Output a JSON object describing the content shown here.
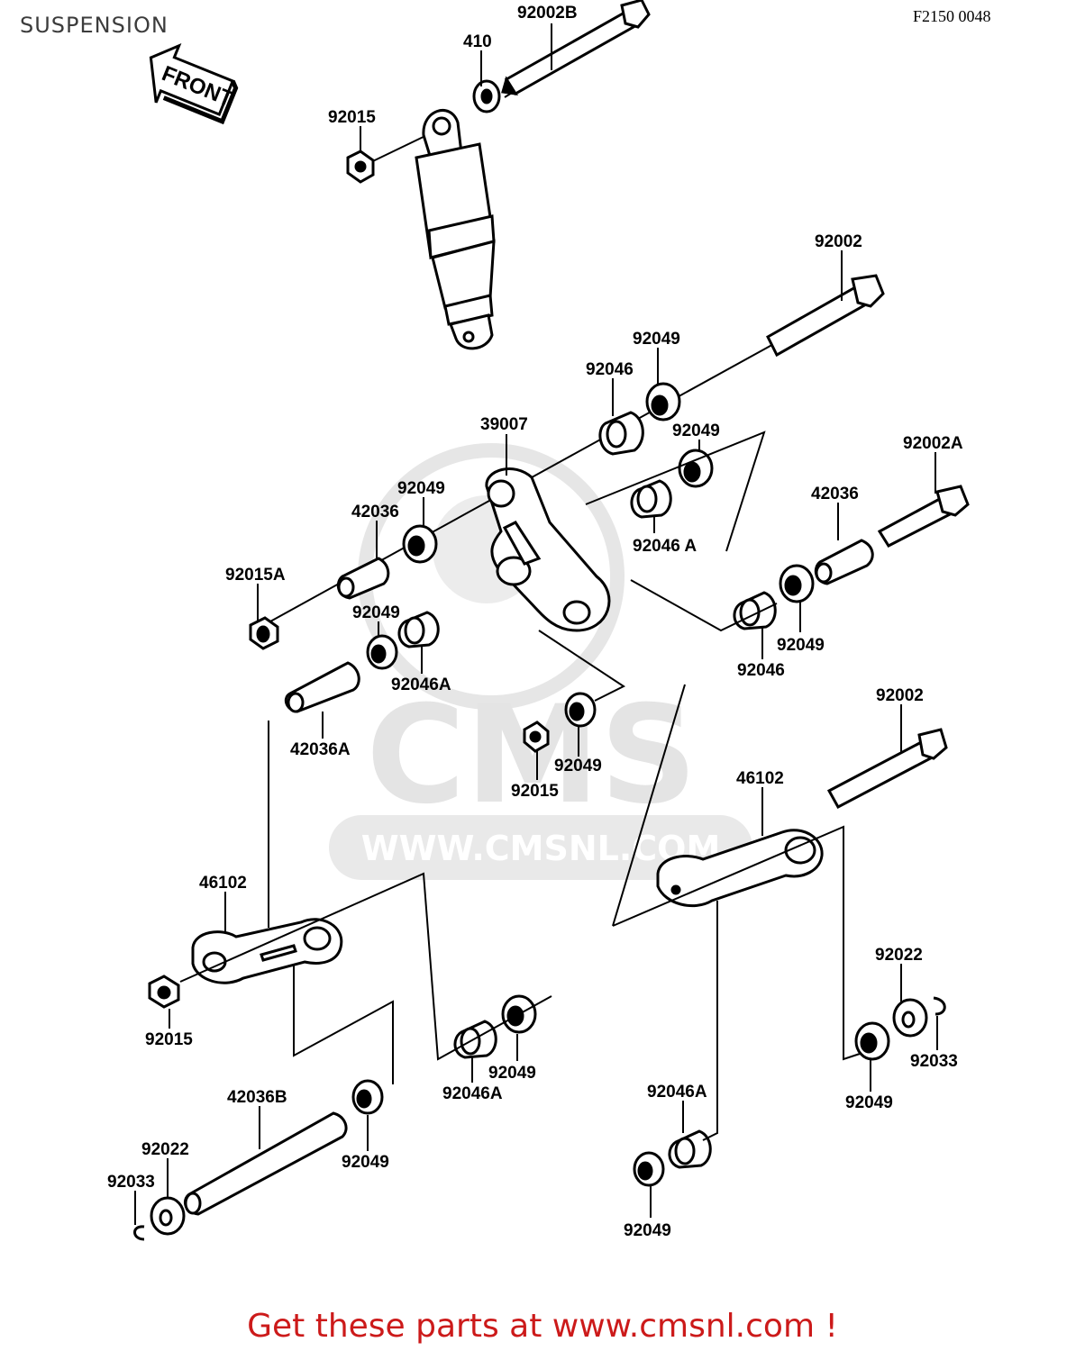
{
  "page": {
    "title": "SUSPENSION",
    "figure_code": "F2150 0048",
    "footer_text": "Get these parts at www.cmsnl.com !"
  },
  "direction_arrow": {
    "label": "FRONT"
  },
  "watermark": {
    "brand": "CMS",
    "url": "WWW.CMSNL.COM"
  },
  "callouts": [
    "92002B",
    "410",
    "92015",
    "92002",
    "92049",
    "92046",
    "39007",
    "92049",
    "92002A",
    "92049",
    "42036",
    "42036",
    "92046 A",
    "92015A",
    "92049",
    "92049",
    "92046A",
    "92046",
    "92002",
    "42036A",
    "92049",
    "92015",
    "46102",
    "46102",
    "92022",
    "92015",
    "92033",
    "92049",
    "92046A",
    "92049",
    "42036B",
    "92046A",
    "92022",
    "92049",
    "92033",
    "92049"
  ],
  "colors": {
    "ink": "#000000",
    "footer": "#cc1a1a",
    "watermark": "#e4e4e4"
  }
}
